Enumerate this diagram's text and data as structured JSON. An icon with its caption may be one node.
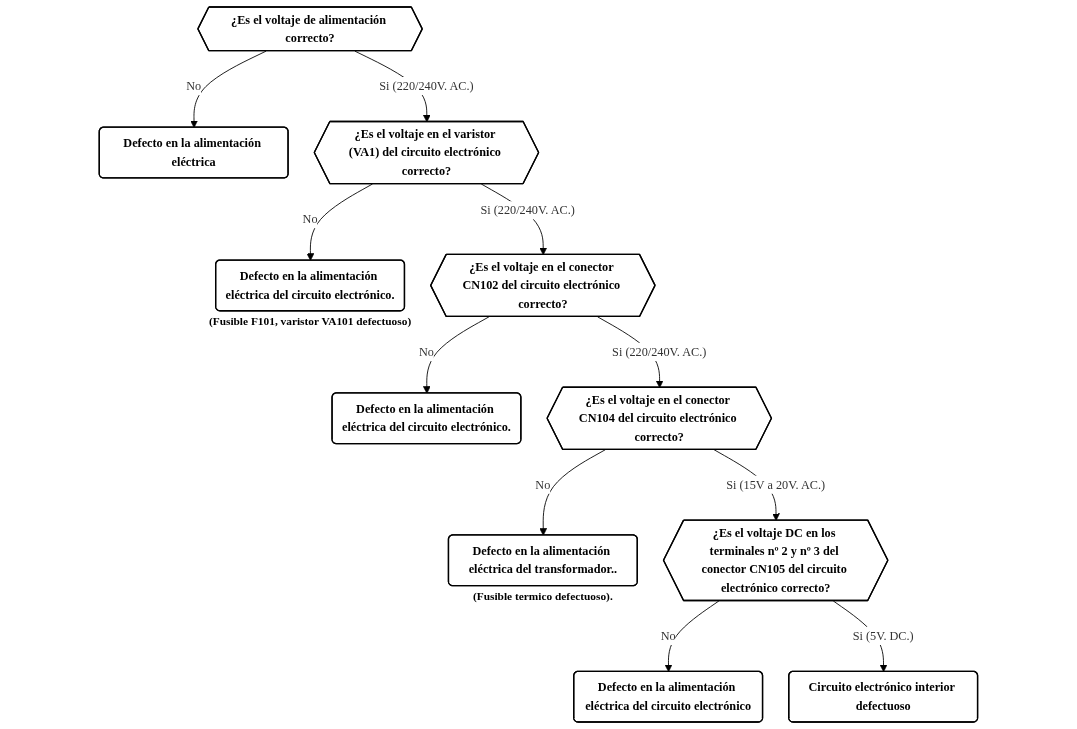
{
  "diagram": {
    "nodes": [
      {
        "text": [
          "¿Es el voltaje de alimentación correcto?"
        ]
      },
      {
        "text": [
          "Defecto en la alimentación eléctrica"
        ]
      },
      {
        "text": [
          "¿Es el voltaje en el varistor (VA1) del circuito electrónico correcto?"
        ]
      },
      {
        "text": [
          "Defecto en la alimentación eléctrica del circuito electrónico."
        ],
        "beside": [
          "(Fusible F101, varistor VA101 defectuoso)"
        ]
      },
      {
        "text": [
          "¿Es el voltaje en el conector CN102 del circuito electrónico correcto?"
        ]
      },
      {
        "text": [
          "Defecto en la alimentación eléctrica del circuito electrónico."
        ]
      },
      {
        "text": [
          "¿Es el voltaje en el conector CN104 del circuito electrónico correcto?"
        ]
      },
      {
        "text": [
          "Defecto en la alimentación eléctrica del transformador.."
        ],
        "beside": [
          "(Fusible termico defectuoso)."
        ]
      },
      {
        "text": [
          "¿Es el voltaje DC en los terminales nº 2 y nº 3 del conector CN105 del circuito electrónico correcto?"
        ]
      },
      {
        "text": [
          "Defecto en la alimentación eléctrica del circuito electrónico"
        ]
      },
      {
        "text": [
          "Circuito electrónico interior defectuoso"
        ]
      }
    ],
    "edges": [
      {
        "from": 0,
        "to": 1,
        "arrow": "to",
        "label": "No"
      },
      {
        "from": 0,
        "to": 2,
        "arrow": "to",
        "label": "Si (220/240V. AC.)"
      },
      {
        "from": 2,
        "to": 3,
        "arrow": "to",
        "label": "No"
      },
      {
        "from": 2,
        "to": 4,
        "arrow": "to",
        "label": "Si (220/240V. AC.)"
      },
      {
        "from": 4,
        "to": 5,
        "arrow": "to",
        "label": "No"
      },
      {
        "from": 4,
        "to": 6,
        "arrow": "to",
        "label": "Si (220/240V. AC.)"
      },
      {
        "from": 6,
        "to": 7,
        "arrow": "to",
        "label": "No"
      },
      {
        "from": 6,
        "to": 8,
        "arrow": "to",
        "label": "Si (15V a 20V. AC.)"
      },
      {
        "from": 8,
        "to": 9,
        "arrow": "to",
        "label": "No"
      },
      {
        "from": 8,
        "to": 10,
        "arrow": "to",
        "label": "Si (5V. DC.)"
      }
    ]
  }
}
